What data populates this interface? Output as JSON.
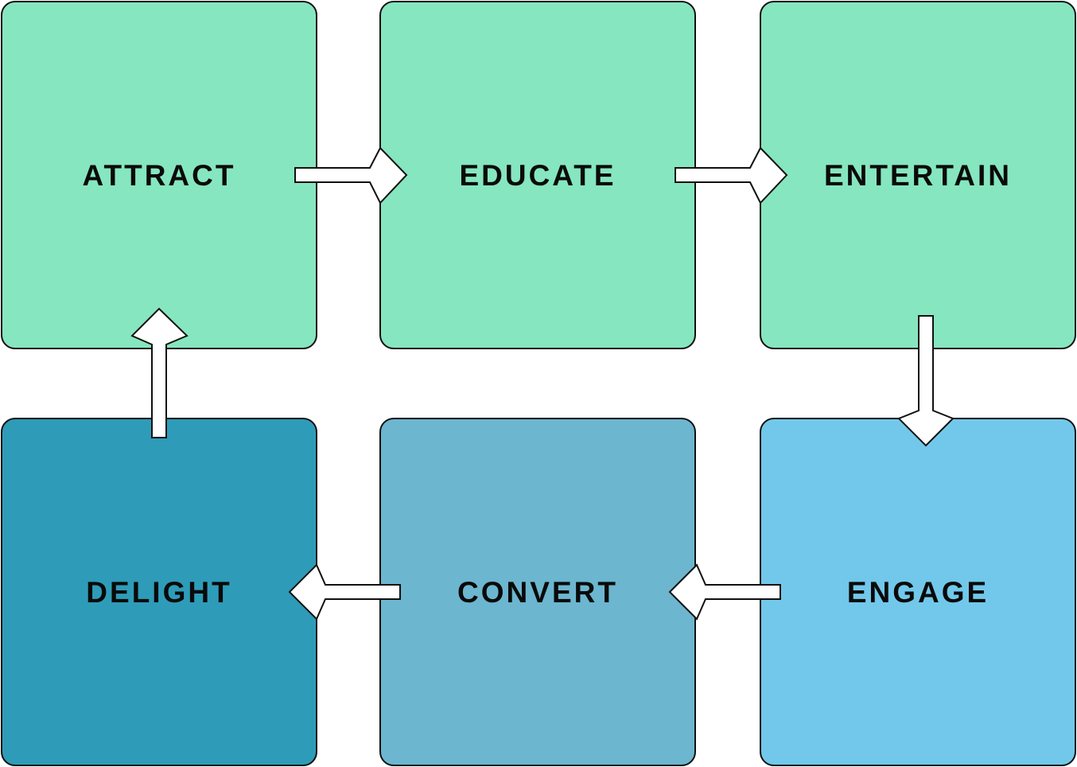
{
  "colors": {
    "stage_awareness": "#86E6BF",
    "stage_engage": "#72C8EA",
    "stage_convert": "#6CB6CF",
    "stage_delight": "#2E9CB8",
    "border": "#111111",
    "arrow_fill": "#FFFFFF",
    "arrow_stroke": "#111111"
  },
  "stages": [
    {
      "id": "attract",
      "label": "ATTRACT"
    },
    {
      "id": "educate",
      "label": "EDUCATE"
    },
    {
      "id": "entertain",
      "label": "ENTERTAIN"
    },
    {
      "id": "engage",
      "label": "ENGAGE"
    },
    {
      "id": "convert",
      "label": "CONVERT"
    },
    {
      "id": "delight",
      "label": "DELIGHT"
    }
  ],
  "connections": [
    {
      "from": "attract",
      "to": "educate",
      "direction": "right"
    },
    {
      "from": "educate",
      "to": "entertain",
      "direction": "right"
    },
    {
      "from": "entertain",
      "to": "engage",
      "direction": "down"
    },
    {
      "from": "engage",
      "to": "convert",
      "direction": "left"
    },
    {
      "from": "convert",
      "to": "delight",
      "direction": "left"
    },
    {
      "from": "delight",
      "to": "attract",
      "direction": "up"
    }
  ]
}
